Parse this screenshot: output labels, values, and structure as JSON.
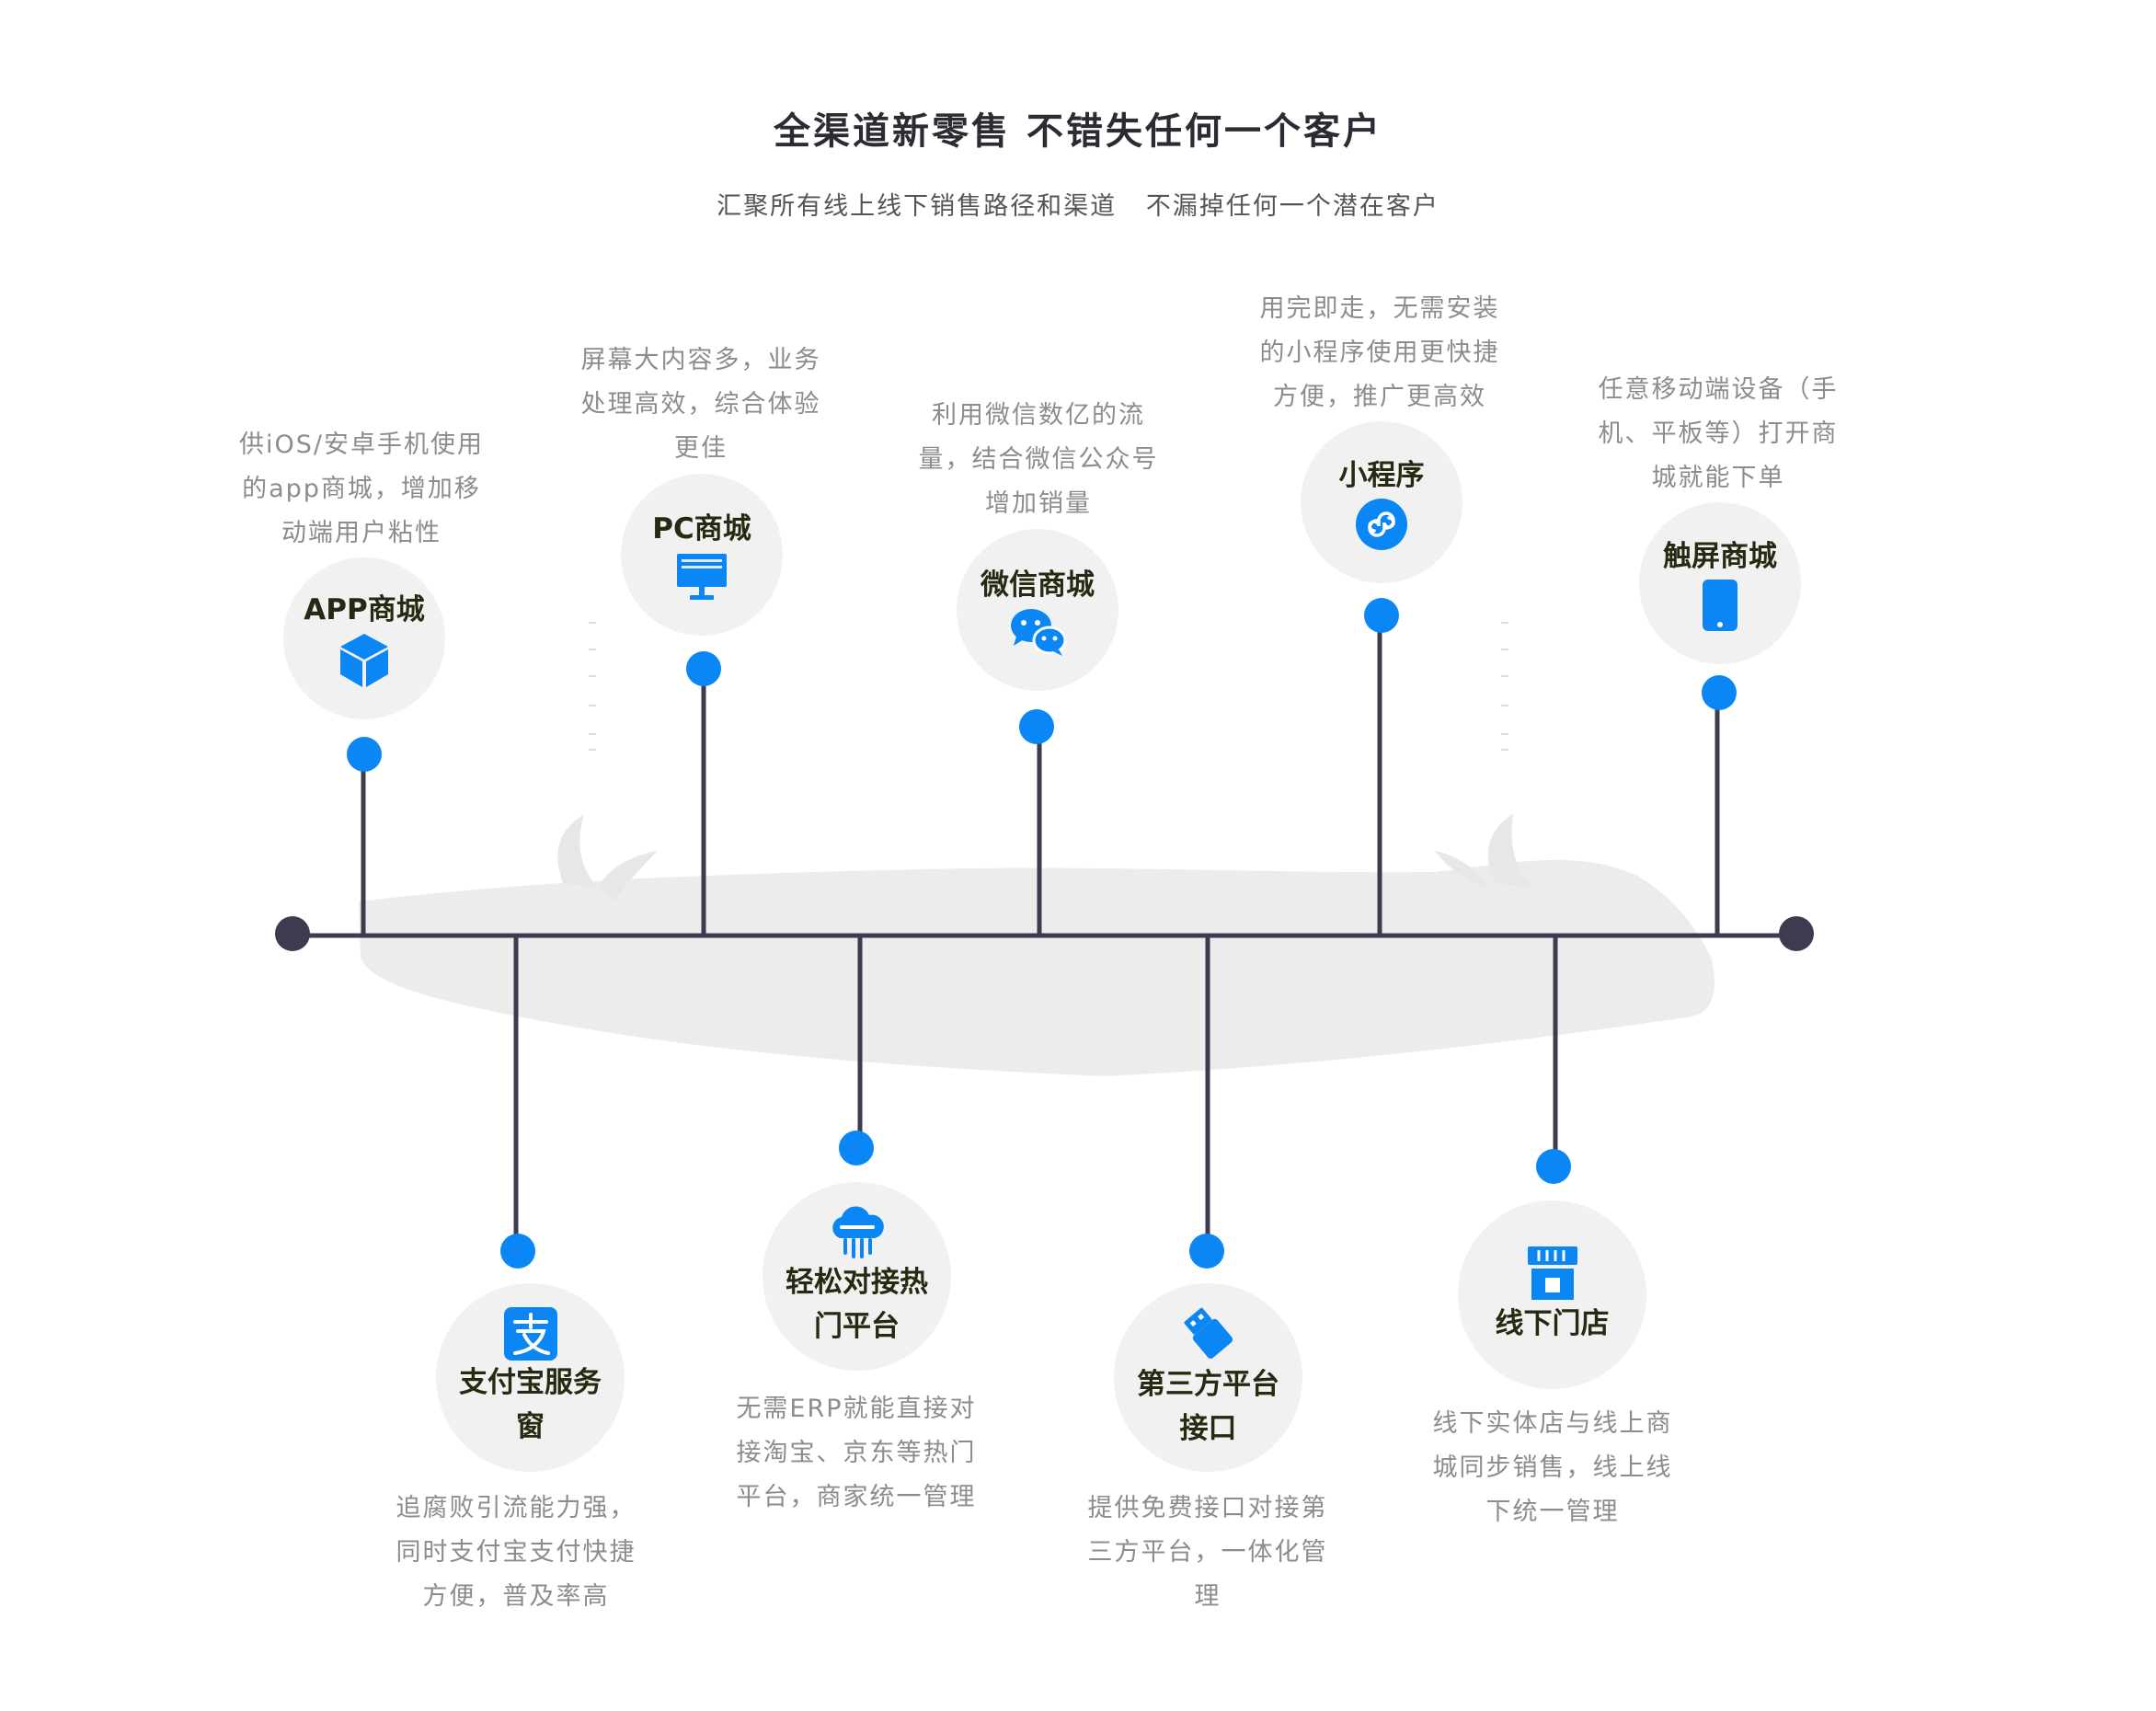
{
  "title": "全渠道新零售 不错失任何一个客户",
  "subtitle": "汇聚所有线上线下销售路径和渠道   不漏掉任何一个潜在客户",
  "colors": {
    "accent": "#0a86f5",
    "line": "#3d3b4f",
    "circle": "#f1f1f1",
    "label": "#252a10",
    "desc": "#8c8c8c",
    "map": "#ececec"
  },
  "top_nodes": [
    {
      "label": "APP商城",
      "icon": "cube-icon",
      "desc": [
        "供iOS/安卓手机使用",
        "的app商城，增加移",
        "动端用户粘性"
      ]
    },
    {
      "label": "PC商城",
      "icon": "monitor-icon",
      "desc": [
        "屏幕大内容多，业务",
        "处理高效，综合体验",
        "更佳"
      ]
    },
    {
      "label": "微信商城",
      "icon": "wechat-icon",
      "desc": [
        "利用微信数亿的流",
        "量，结合微信公众号",
        "增加销量"
      ]
    },
    {
      "label": "小程序",
      "icon": "mini-program-icon",
      "desc": [
        "用完即走，无需安装",
        "的小程序使用更快捷",
        "方便，推广更高效"
      ]
    },
    {
      "label": "触屏商城",
      "icon": "phone-icon",
      "desc": [
        "任意移动端设备（手",
        "机、平板等）打开商",
        "城就能下单"
      ]
    }
  ],
  "bottom_nodes": [
    {
      "label": "支付宝服务\n窗",
      "icon": "alipay-icon",
      "desc": [
        "追腐败引流能力强，",
        "同时支付宝支付快捷",
        "方便，普及率高"
      ]
    },
    {
      "label": "轻松对接热\n门平台",
      "icon": "cloud-icon",
      "desc": [
        "无需ERP就能直接对",
        "接淘宝、京东等热门",
        "平台，商家统一管理"
      ]
    },
    {
      "label": "第三方平台\n接口",
      "icon": "usb-icon",
      "desc": [
        "提供免费接口对接第",
        "三方平台，一体化管",
        "理"
      ]
    },
    {
      "label": "线下门店",
      "icon": "store-icon",
      "desc": [
        "线下实体店与线上商",
        "城同步销售，线上线",
        "下统一管理"
      ]
    }
  ]
}
